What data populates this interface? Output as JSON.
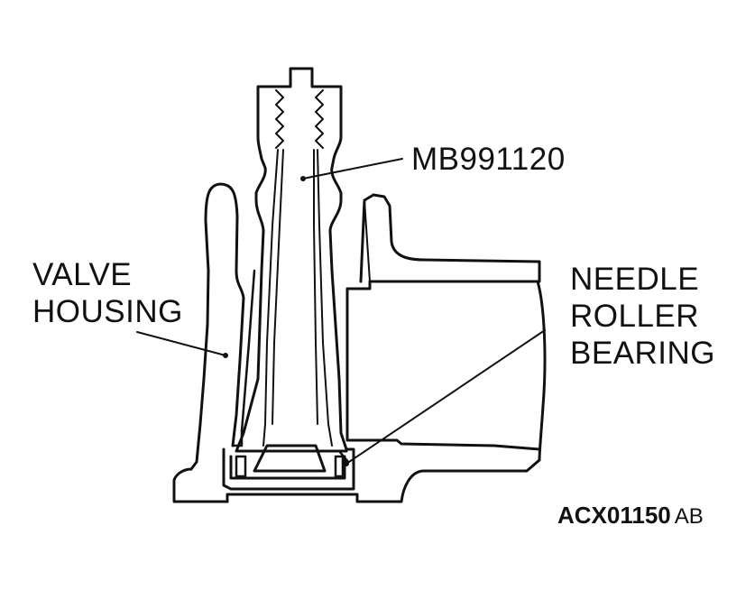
{
  "labels": {
    "tool": "MB991120",
    "valve_housing_line1": "VALVE",
    "valve_housing_line2": "HOUSING",
    "bearing_line1": "NEEDLE",
    "bearing_line2": "ROLLER",
    "bearing_line3": "BEARING"
  },
  "figure_code": {
    "main": "ACX01150",
    "suffix": "AB"
  },
  "colors": {
    "ink": "#111111",
    "background": "#ffffff"
  }
}
